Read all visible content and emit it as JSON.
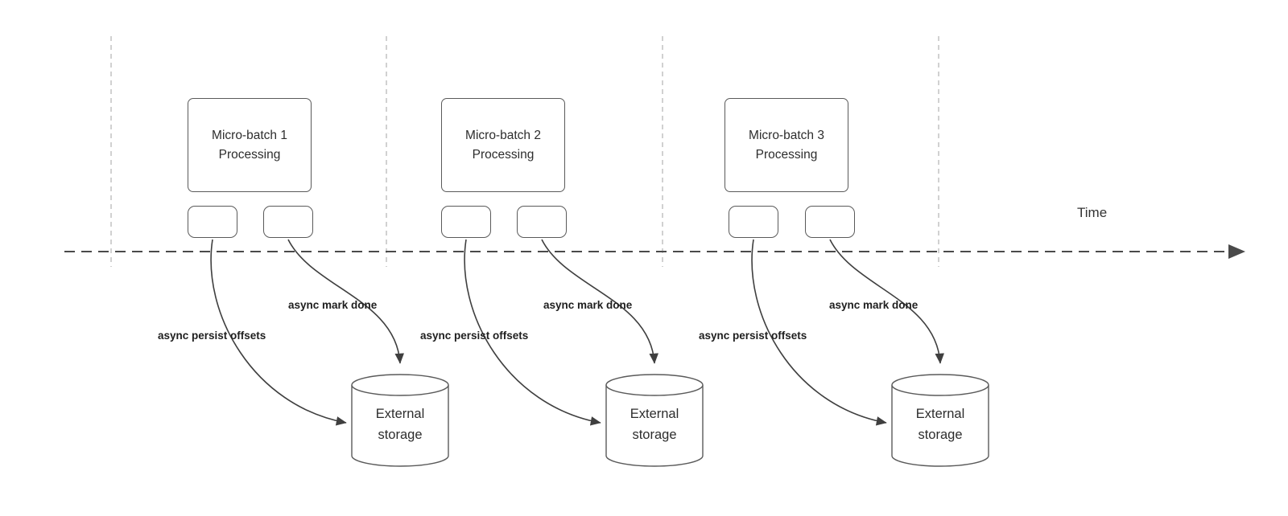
{
  "diagram": {
    "time_label": "Time",
    "groups": [
      {
        "box_line1": "Micro-batch 1",
        "box_line2": "Processing",
        "persist_label": "async persist offsets",
        "mark_done_label": "async mark done",
        "storage_label": "External storage"
      },
      {
        "box_line1": "Micro-batch 2",
        "box_line2": "Processing",
        "persist_label": "async persist offsets",
        "mark_done_label": "async mark done",
        "storage_label": "External storage"
      },
      {
        "box_line1": "Micro-batch 3",
        "box_line2": "Processing",
        "persist_label": "async persist offsets",
        "mark_done_label": "async mark done",
        "storage_label": "External storage"
      }
    ]
  }
}
